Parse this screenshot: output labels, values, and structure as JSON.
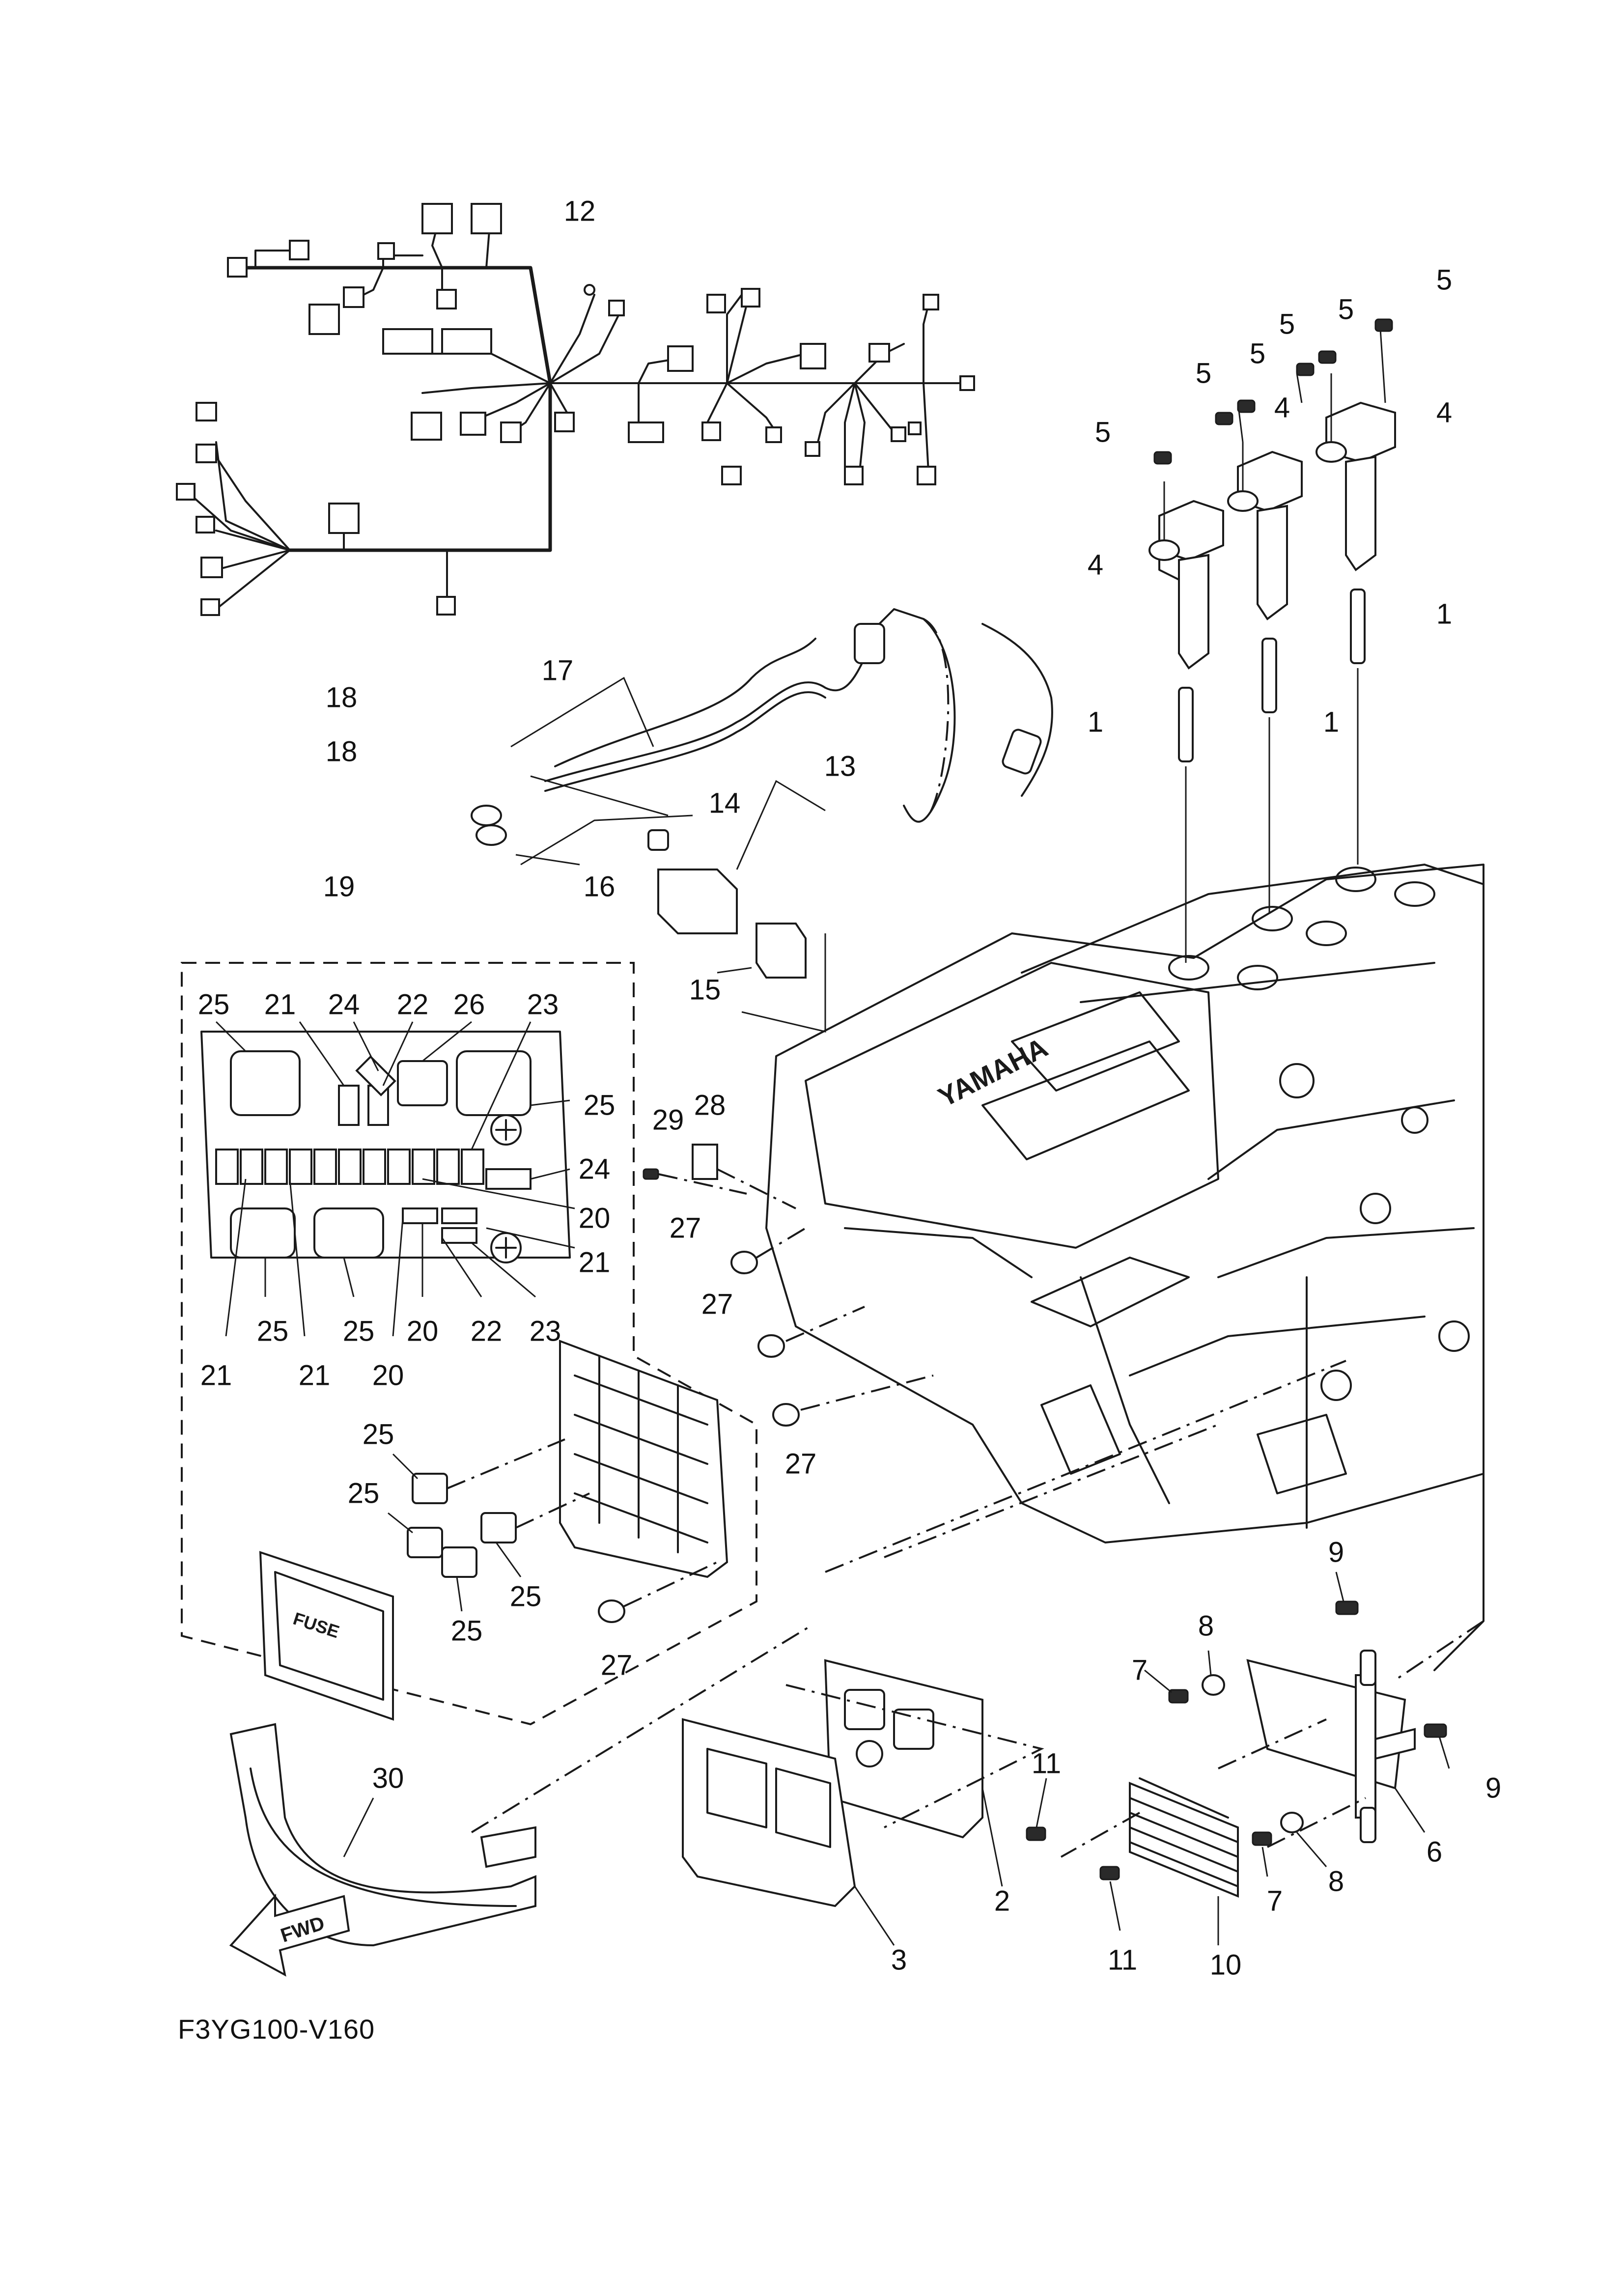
{
  "diagram_code": "F3YG100-V160",
  "callouts": [
    "1",
    "2",
    "3",
    "4",
    "5",
    "6",
    "7",
    "8",
    "9",
    "10",
    "11",
    "12",
    "13",
    "14",
    "15",
    "16",
    "17",
    "18",
    "19",
    "20",
    "21",
    "22",
    "23",
    "24",
    "25",
    "26",
    "27",
    "28",
    "29",
    "30"
  ],
  "engine_cover_text": "YAMAHA",
  "fuse_box_cover_text": "FUSE",
  "fwd_arrow_text": "FWD"
}
